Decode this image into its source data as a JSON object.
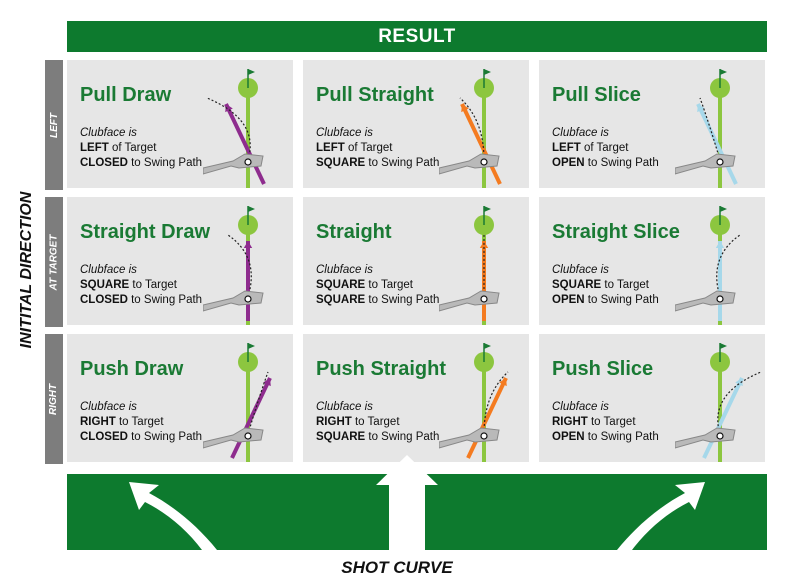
{
  "top_label": "RESULT",
  "y_axis_label": "INITITAL DIRECTION",
  "bottom_label": "SHOT CURVE",
  "row_labels": [
    "LEFT",
    "AT TARGET",
    "RIGHT"
  ],
  "colors": {
    "banner": "#0d7a2e",
    "title": "#1a7a34",
    "target_line": "#8cc63f",
    "draw_path": "#8e2c8e",
    "straight_path": "#f47b20",
    "slice_path": "#a6d8ea",
    "cell_bg": "#e6e6e6"
  },
  "cells": [
    {
      "title": "Pull Draw",
      "desc_label": "Clubface is",
      "l1_bold": "LEFT",
      "l1_rest": " of Target",
      "l2_bold": "CLOSED",
      "l2_rest": " to Swing Path",
      "path": "draw",
      "direction": "left"
    },
    {
      "title": "Pull Straight",
      "desc_label": "Clubface is",
      "l1_bold": "LEFT",
      "l1_rest": " of Target",
      "l2_bold": "SQUARE",
      "l2_rest": " to Swing Path",
      "path": "straight",
      "direction": "left"
    },
    {
      "title": "Pull Slice",
      "desc_label": "Clubface is",
      "l1_bold": "LEFT",
      "l1_rest": " of Target",
      "l2_bold": "OPEN",
      "l2_rest": " to Swing Path",
      "path": "slice",
      "direction": "left"
    },
    {
      "title": "Straight Draw",
      "desc_label": "Clubface is",
      "l1_bold": "SQUARE",
      "l1_rest": " to Target",
      "l2_bold": "CLOSED",
      "l2_rest": " to Swing Path",
      "path": "draw",
      "direction": "target"
    },
    {
      "title": "Straight",
      "desc_label": "Clubface is",
      "l1_bold": "SQUARE",
      "l1_rest": " to Target",
      "l2_bold": "SQUARE",
      "l2_rest": " to Swing Path",
      "path": "straight",
      "direction": "target"
    },
    {
      "title": "Straight Slice",
      "desc_label": "Clubface is",
      "l1_bold": "SQUARE",
      "l1_rest": " to Target",
      "l2_bold": "OPEN",
      "l2_rest": " to Swing Path",
      "path": "slice",
      "direction": "target"
    },
    {
      "title": "Push Draw",
      "desc_label": "Clubface is",
      "l1_bold": "RIGHT",
      "l1_rest": " to Target",
      "l2_bold": "CLOSED",
      "l2_rest": " to Swing Path",
      "path": "draw",
      "direction": "right"
    },
    {
      "title": "Push Straight",
      "desc_label": "Clubface is",
      "l1_bold": "RIGHT",
      "l1_rest": " to Target",
      "l2_bold": "SQUARE",
      "l2_rest": " to Swing Path",
      "path": "straight",
      "direction": "right"
    },
    {
      "title": "Push Slice",
      "desc_label": "Clubface is",
      "l1_bold": "RIGHT",
      "l1_rest": " to Target",
      "l2_bold": "OPEN",
      "l2_rest": " to Swing Path",
      "path": "slice",
      "direction": "right"
    }
  ]
}
